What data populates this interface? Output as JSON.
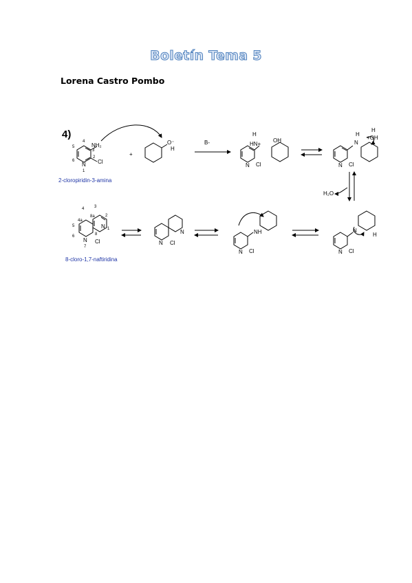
{
  "document": {
    "title": "Boletín Tema 5",
    "author": "Lorena Castro Pombo"
  },
  "scheme": {
    "problem_label": "4)",
    "reagent_base": "B-",
    "reagent_water": "H₂O",
    "compound_start_name": "2-cloropiridin-3-amina",
    "compound_final_name": "8-cloro-1,7-naftiridina",
    "atom_labels": {
      "nh2": "NH₂",
      "cl": "Cl",
      "n": "N",
      "hn_plus": "HN+",
      "oh": "OH",
      "plus_oh": "+OH",
      "h": "H",
      "o_minus": "O⁻",
      "nh": "NH",
      "plus": "+"
    },
    "ring_numbers_start": [
      "4",
      "5",
      "3",
      "6",
      "2",
      "1"
    ],
    "ring_numbers_final": [
      "4",
      "3",
      "4a",
      "2",
      "8a",
      "5",
      "1",
      "6",
      "8",
      "7"
    ]
  }
}
